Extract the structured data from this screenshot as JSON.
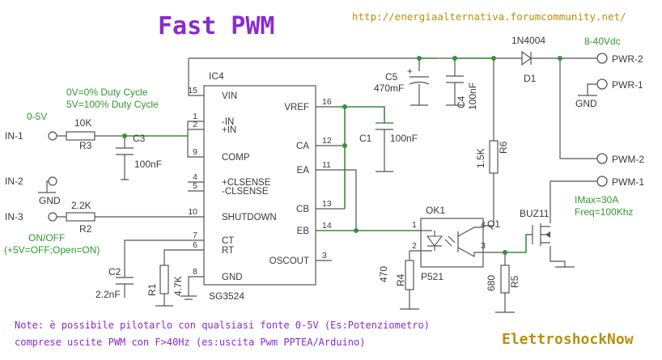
{
  "title": "Fast PWM",
  "url": "http://energiaalternativa.forumcommunity.net/",
  "brand": "ElettroshockNow",
  "notes": [
    "Note: è possibile pilotarlo con qualsiasi fonte 0-5V (Es:Potenziometro)",
    "comprese uscite PWM con F>40Hz (es:uscita Pwm PPTEA/Arduino)"
  ],
  "duty": [
    "0V=0% Duty Cycle",
    "5V=100% Duty Cycle"
  ],
  "onoff": [
    "ON/OFF",
    "(+5V=OFF;Open=ON)"
  ],
  "supply": "8-40Vdc",
  "ic": {
    "ref": "IC4",
    "part": "SG3524",
    "left_pins": [
      {
        "num": "15",
        "name": "VIN"
      },
      {
        "num": "1",
        "name": "-IN"
      },
      {
        "num": "2",
        "name": "+IN"
      },
      {
        "num": "9",
        "name": "COMP"
      },
      {
        "num": "4",
        "name": "+CLSENSE"
      },
      {
        "num": "5",
        "name": "-CLSENSE"
      },
      {
        "num": "10",
        "name": "SHUTDOWN"
      },
      {
        "num": "7",
        "name": "CT"
      },
      {
        "num": "6",
        "name": "RT"
      },
      {
        "num": "8",
        "name": "GND"
      }
    ],
    "right_pins": [
      {
        "num": "16",
        "name": "VREF"
      },
      {
        "num": "12",
        "name": "CA"
      },
      {
        "num": "11",
        "name": "EA"
      },
      {
        "num": "13",
        "name": "CB"
      },
      {
        "num": "14",
        "name": "EB"
      },
      {
        "num": "3",
        "name": "OSCOUT"
      }
    ]
  },
  "labels": {
    "in1": "IN-1",
    "in2": "IN-2",
    "in3": "IN-3",
    "input_range": "0-5V",
    "gnd": "GND",
    "r3_val": "10K",
    "r3": "R3",
    "r2_val": "2.2K",
    "r2": "R2",
    "c3": "C3",
    "c3_val": "100nF",
    "c2": "C2",
    "c2_val": "2.2nF",
    "r1": "R1",
    "r1_val": "4.7K",
    "c5": "C5",
    "c5_val": "470mF",
    "c4": "C4",
    "c4_val": "100nF",
    "c1": "C1",
    "c1_val": "100nF",
    "d1_part": "1N4004",
    "d1": "D1",
    "r6": "R6",
    "r6_val": "1.5K",
    "ok1": "OK1",
    "ok1_part": "P521",
    "r4": "R4",
    "r4_val": "470",
    "r5": "R5",
    "r5_val": "680",
    "q1": "Q1",
    "q1_part": "BUZ11",
    "imax": "IMax=30A",
    "freq": "Freq=100Khz",
    "pwr2": "PWR-2",
    "pwr1": "PWR-1",
    "pwm2": "PWM-2",
    "pwm1": "PWM-1",
    "ok_p1": "1",
    "ok_p2": "2",
    "ok_p3": "3",
    "ok_p4": "4"
  }
}
